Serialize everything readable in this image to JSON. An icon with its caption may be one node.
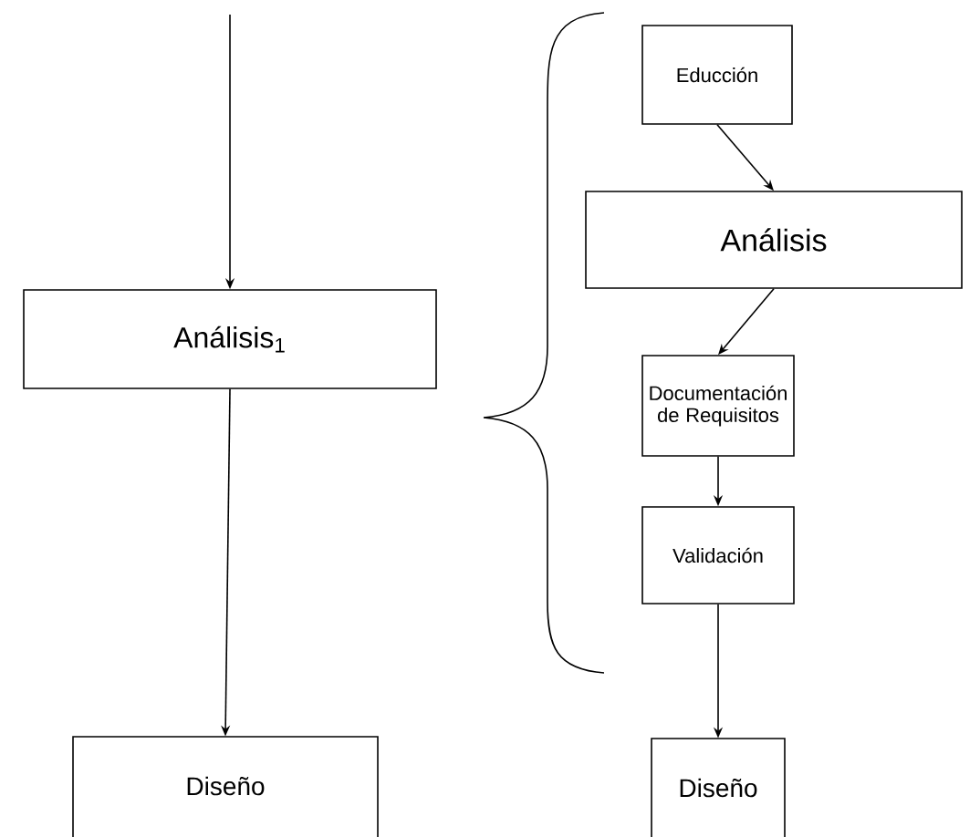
{
  "diagram": {
    "nodes": [
      {
        "text": [
          "Análisis$_{1}$"
        ]
      },
      {
        "text": [
          "Diseño"
        ]
      },
      {
        "text": [
          "Educción"
        ]
      },
      {
        "text": [
          "Análisis"
        ]
      },
      {
        "text": [
          "Documentación de Requisitos"
        ]
      },
      {
        "text": [
          "Validación"
        ]
      },
      {
        "text": [
          "Diseño"
        ]
      }
    ],
    "edges": [
      {
        "from": null,
        "to": 0,
        "arrow": "to"
      },
      {
        "from": 0,
        "to": 1,
        "arrow": "to"
      },
      {
        "from": 2,
        "to": 3,
        "arrow": "to"
      },
      {
        "from": 3,
        "to": 4,
        "arrow": "to"
      },
      {
        "from": 4,
        "to": 5,
        "arrow": "to"
      },
      {
        "from": 5,
        "to": 6,
        "arrow": "to"
      }
    ]
  }
}
